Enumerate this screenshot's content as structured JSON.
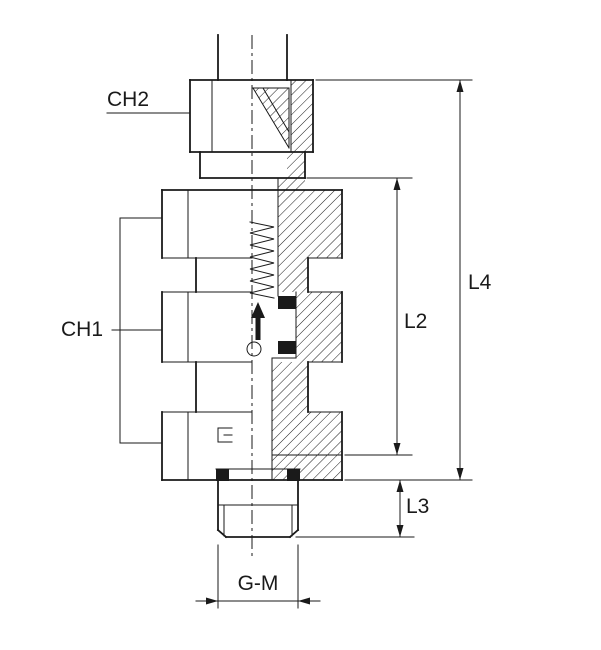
{
  "diagram": {
    "type": "technical-drawing",
    "subject": "hydraulic bulkhead check-valve fitting cross-section",
    "labels": {
      "ch2": "CH2",
      "ch1": "CH1",
      "l4": "L4",
      "l2": "L2",
      "l3": "L3",
      "gm": "G-M"
    },
    "colors": {
      "line": "#1a1a1a",
      "background": "#ffffff"
    }
  }
}
